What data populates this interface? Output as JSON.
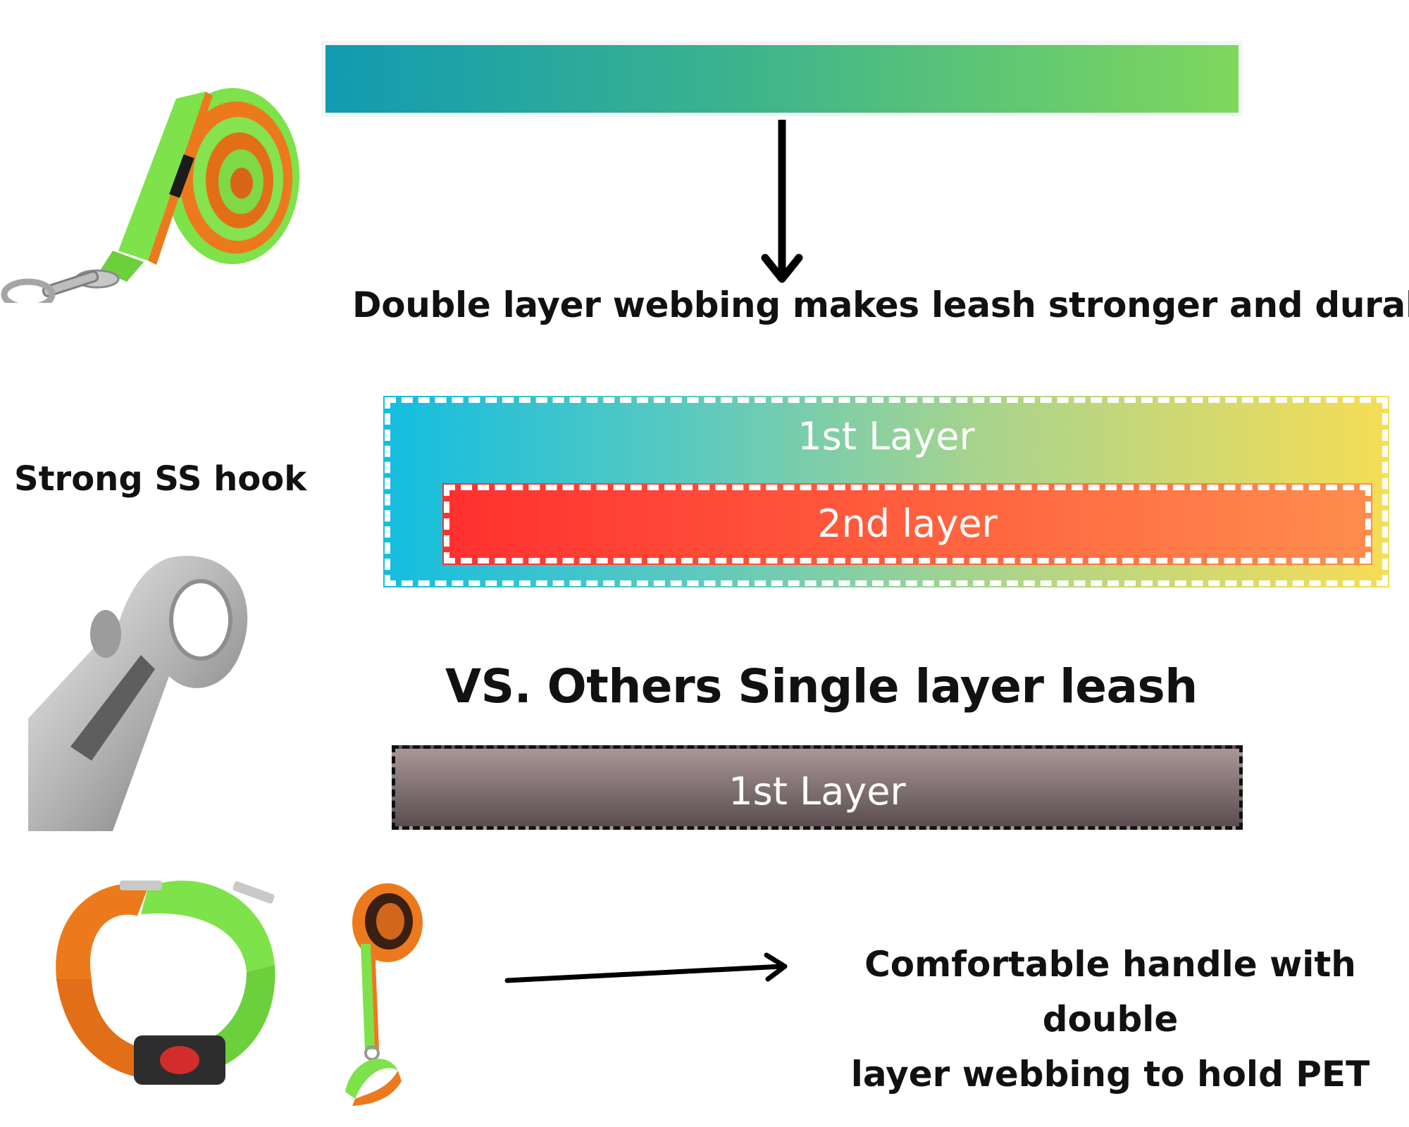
{
  "headline": "Double layer webbing  makes leash stronger and durable",
  "hook_caption": "Strong  SS hook",
  "double_layer": {
    "outer_label": "1st Layer",
    "inner_label": "2nd layer"
  },
  "vs_heading": "VS. Others Single layer leash",
  "single_layer": {
    "label": "1st Layer"
  },
  "handle_caption": {
    "line1": "Comfortable handle with double",
    "line2": "layer webbing to hold PET"
  },
  "colors": {
    "leash_green": "#7ee24a",
    "leash_orange": "#ec7a1c",
    "hook_steel": "#b9b9b9"
  }
}
